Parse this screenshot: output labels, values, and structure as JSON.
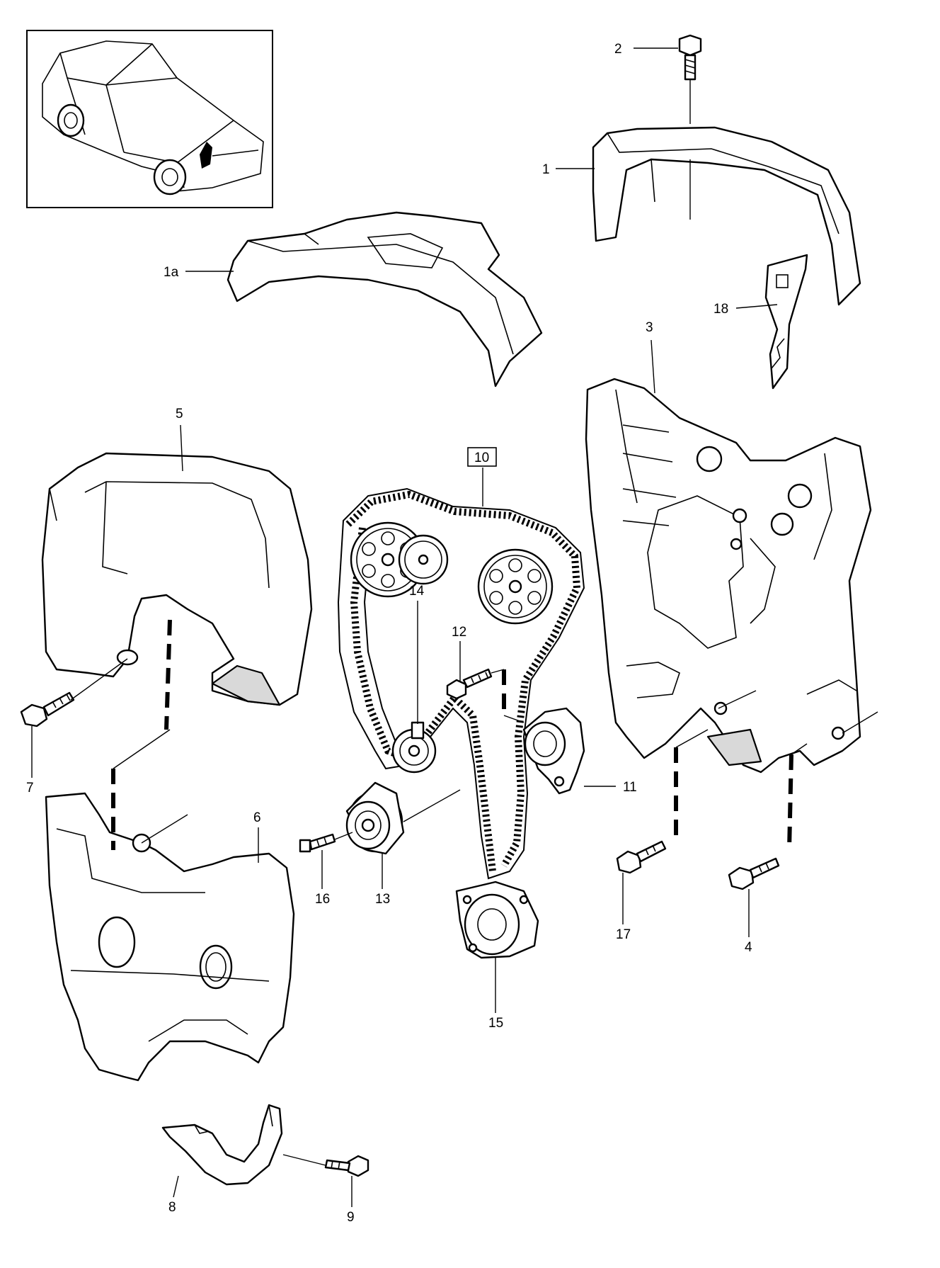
{
  "callouts": {
    "c1": "1",
    "c1a": "1a",
    "c2": "2",
    "c3": "3",
    "c4": "4",
    "c5": "5",
    "c6": "6",
    "c7": "7",
    "c8": "8",
    "c9": "9",
    "c10": "10",
    "c11": "11",
    "c12": "12",
    "c13": "13",
    "c14": "14",
    "c15": "15",
    "c16": "16",
    "c17": "17",
    "c18": "18"
  },
  "colors": {
    "line": "#000000",
    "shade": "#d9d9d9",
    "background": "#ffffff"
  }
}
